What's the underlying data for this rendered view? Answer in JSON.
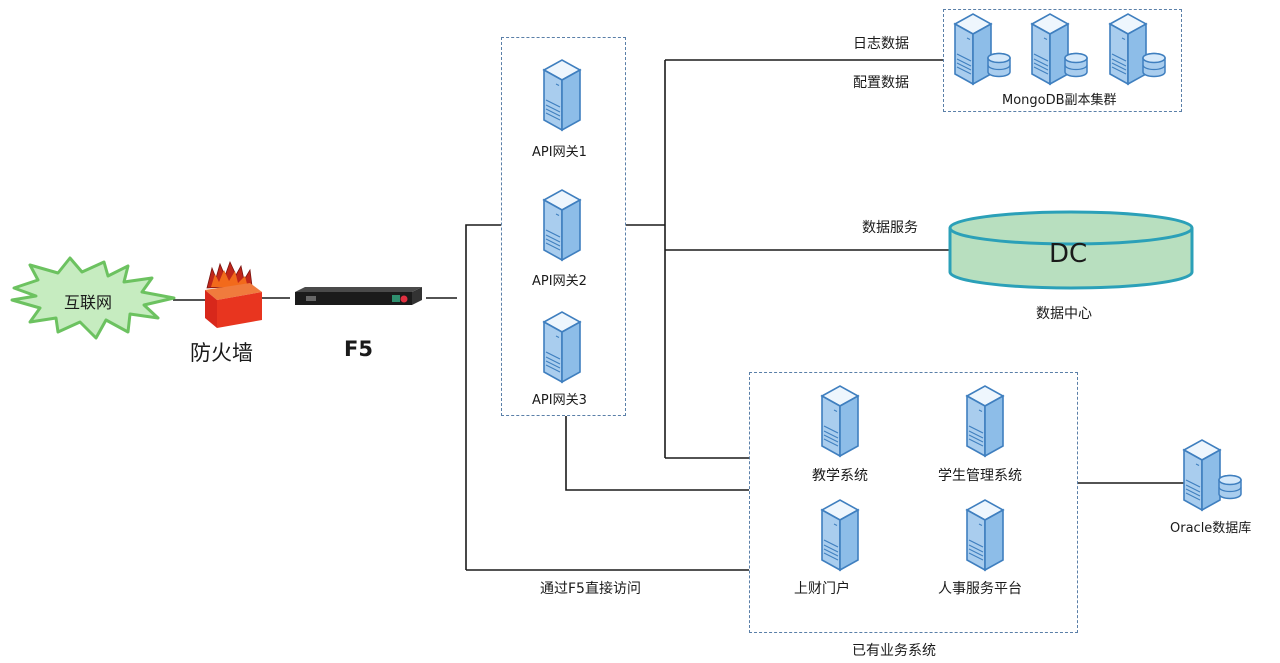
{
  "title": "API网关部署架构图",
  "colors": {
    "server_fill": "#a9cdee",
    "server_stroke": "#3f7fbf",
    "line": "#1a1a1a",
    "group_border": "#5a7fa8",
    "dc_fill": "#b8dfbf",
    "dc_stroke": "#2ba0b8",
    "internet_fill": "#c6ecc0",
    "internet_stroke": "#6cc260",
    "firewall": "#e5301c"
  },
  "internet": {
    "label": "互联网",
    "icon": "starburst-cloud-icon"
  },
  "firewall": {
    "label": "防火墙",
    "icon": "firewall-icon"
  },
  "load_balancer": {
    "label": "F5",
    "icon": "f5-device-icon"
  },
  "api_gateways": {
    "items": [
      {
        "label": "API网关1",
        "icon": "server-icon"
      },
      {
        "label": "API网关2",
        "icon": "server-icon"
      },
      {
        "label": "API网关3",
        "icon": "server-icon"
      }
    ]
  },
  "mongodb": {
    "label": "MongoDB副本集群",
    "link_labels": [
      "日志数据",
      "配置数据"
    ],
    "nodes": 3,
    "icon": "database-server-icon"
  },
  "data_center": {
    "label": "DC",
    "caption": "数据中心",
    "link_label": "数据服务",
    "icon": "cylinder-icon"
  },
  "business_systems": {
    "caption": "已有业务系统",
    "items": [
      {
        "label": "教学系统",
        "icon": "server-icon"
      },
      {
        "label": "学生管理系统",
        "icon": "server-icon"
      },
      {
        "label": "上财门户",
        "icon": "server-icon"
      },
      {
        "label": "人事服务平台",
        "icon": "server-icon"
      }
    ]
  },
  "oracle": {
    "label": "Oracle数据库",
    "icon": "database-server-icon"
  },
  "direct_access": {
    "label": "通过F5直接访问"
  }
}
